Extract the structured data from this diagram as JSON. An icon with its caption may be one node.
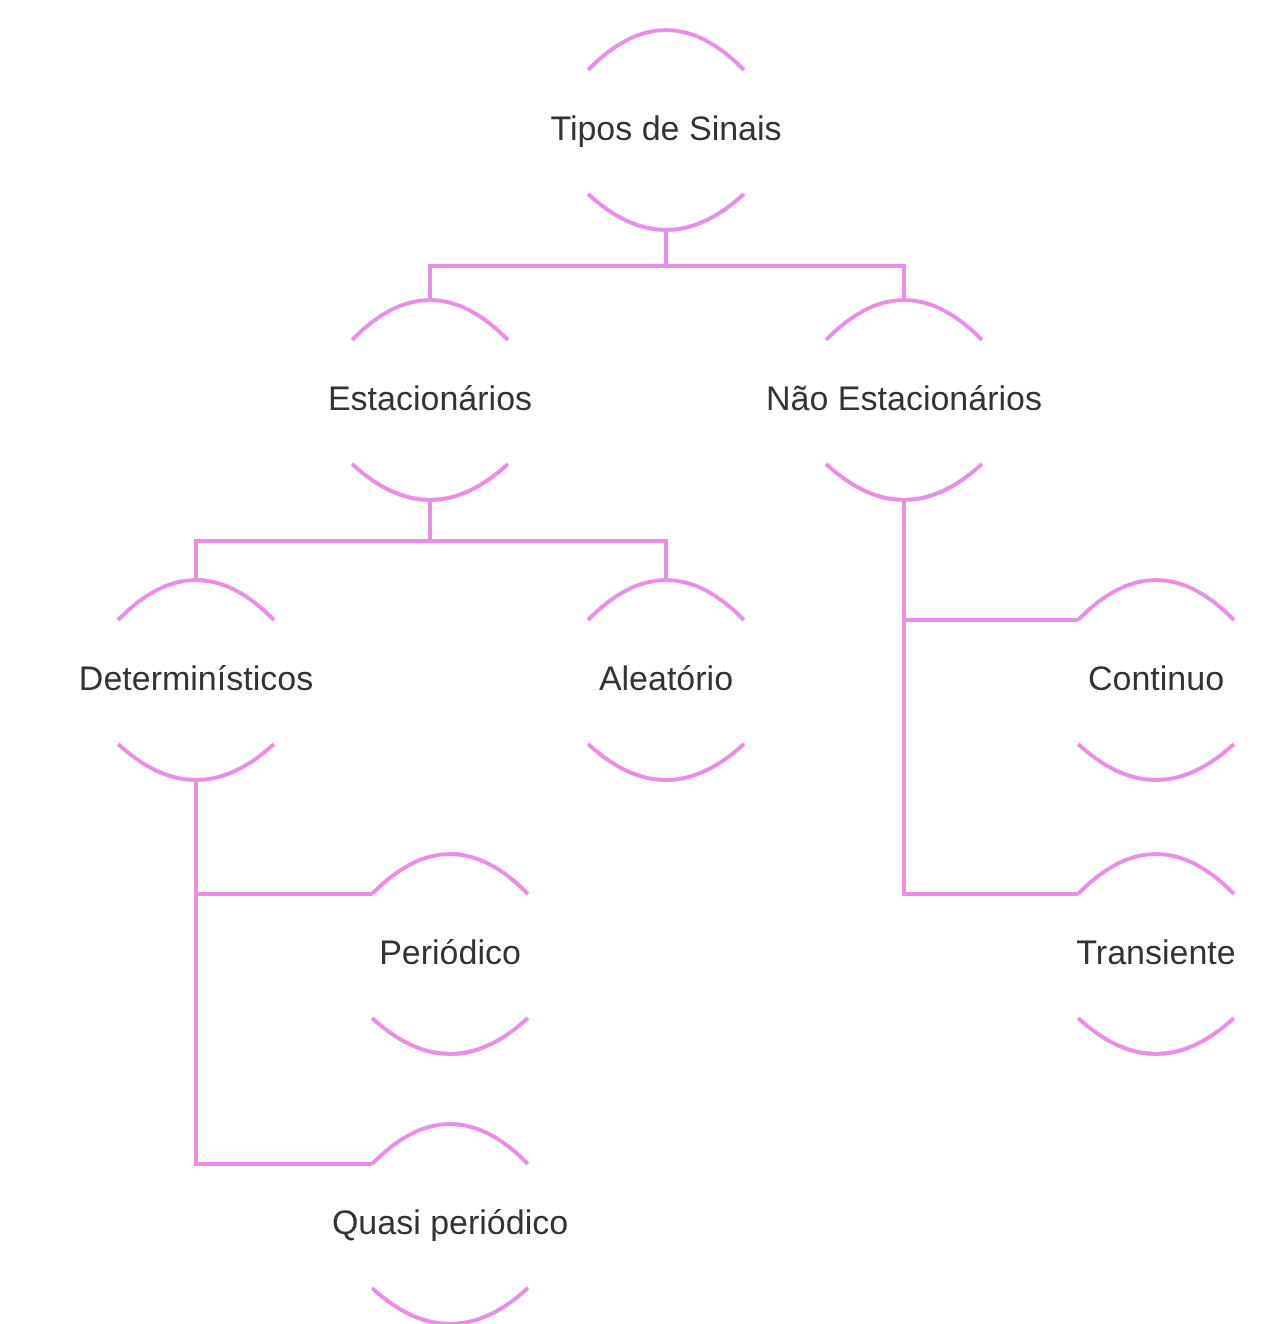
{
  "diagram": {
    "nodes": [
      {
        "text": [
          "Tipos de Sinais"
        ]
      },
      {
        "text": [
          "Estacionários"
        ]
      },
      {
        "text": [
          "Não Estacionários"
        ]
      },
      {
        "text": [
          "Determinísticos"
        ]
      },
      {
        "text": [
          "Aleatório"
        ]
      },
      {
        "text": [
          "Continuo"
        ]
      },
      {
        "text": [
          "Transiente"
        ]
      },
      {
        "text": [
          "Periódico"
        ]
      },
      {
        "text": [
          "Quasi periódico"
        ]
      }
    ],
    "edges": [
      {
        "from": 0,
        "to": 1,
        "arrow": "none"
      },
      {
        "from": 0,
        "to": 2,
        "arrow": "none"
      },
      {
        "from": 1,
        "to": 3,
        "arrow": "none"
      },
      {
        "from": 1,
        "to": 4,
        "arrow": "none"
      },
      {
        "from": 2,
        "to": 5,
        "arrow": "none"
      },
      {
        "from": 2,
        "to": 6,
        "arrow": "none"
      },
      {
        "from": 3,
        "to": 7,
        "arrow": "none"
      },
      {
        "from": 3,
        "to": 8,
        "arrow": "none"
      }
    ]
  }
}
